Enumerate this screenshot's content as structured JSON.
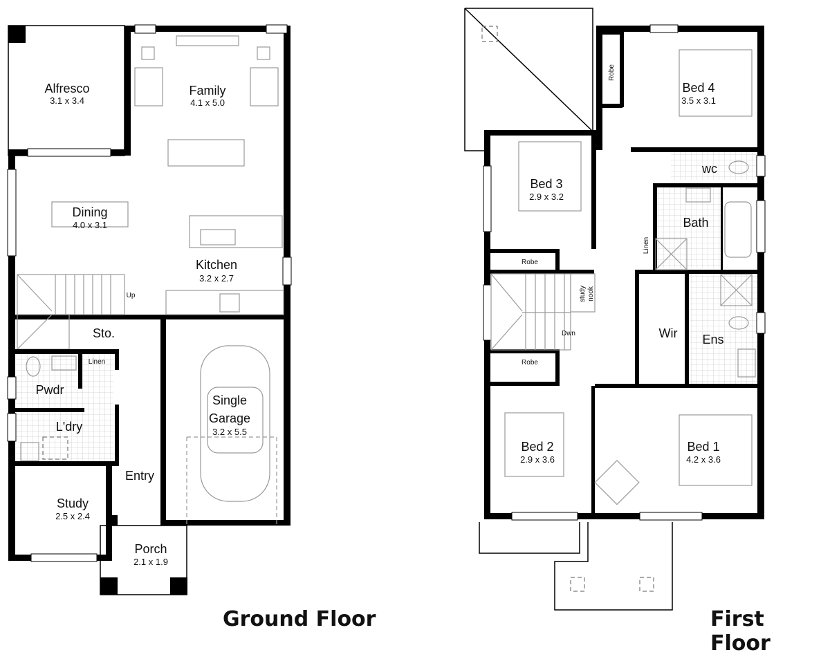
{
  "ground_floor": {
    "title": "Ground Floor",
    "rooms": {
      "alfresco": {
        "name": "Alfresco",
        "dims": "3.1 x 3.4"
      },
      "family": {
        "name": "Family",
        "dims": "4.1 x 5.0"
      },
      "dining": {
        "name": "Dining",
        "dims": "4.0 x 3.1"
      },
      "kitchen": {
        "name": "Kitchen",
        "dims": "3.2 x 2.7"
      },
      "store": {
        "name": "Sto."
      },
      "linen": {
        "name": "Linen"
      },
      "powder": {
        "name": "Pwdr"
      },
      "laundry": {
        "name": "L'dry"
      },
      "garage": {
        "name_line1": "Single",
        "name_line2": "Garage",
        "dims": "3.2 x 5.5"
      },
      "entry": {
        "name": "Entry"
      },
      "study": {
        "name": "Study",
        "dims": "2.5 x 2.4"
      },
      "porch": {
        "name": "Porch",
        "dims": "2.1 x 1.9"
      }
    },
    "stair_label": "Up"
  },
  "first_floor": {
    "title": "First Floor",
    "rooms": {
      "bed4": {
        "name": "Bed 4",
        "dims": "3.5 x 3.1"
      },
      "robe_bed4": {
        "name": "Robe"
      },
      "bed3": {
        "name": "Bed 3",
        "dims": "2.9 x 3.2"
      },
      "robe_bed3": {
        "name": "Robe"
      },
      "wc": {
        "name": "wc"
      },
      "bath": {
        "name": "Bath"
      },
      "linen": {
        "name": "Linen"
      },
      "study_nook": {
        "line1": "study",
        "line2": "nook"
      },
      "wir": {
        "name": "Wir"
      },
      "ensuite": {
        "name": "Ens"
      },
      "robe_bed2": {
        "name": "Robe"
      },
      "bed2": {
        "name": "Bed 2",
        "dims": "2.9 x 3.6"
      },
      "bed1": {
        "name": "Bed 1",
        "dims": "4.2 x 3.6"
      }
    },
    "stair_label": "Dwn"
  }
}
